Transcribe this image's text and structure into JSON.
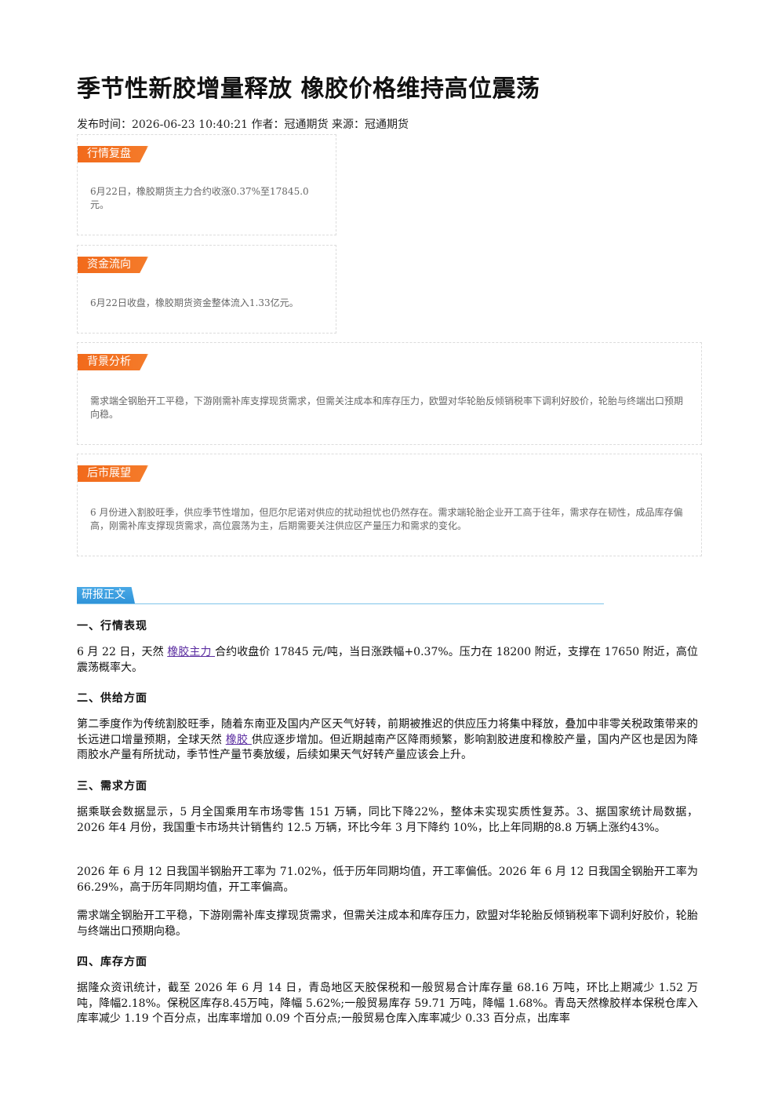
{
  "article": {
    "title": "季节性新胶增量释放 橡胶价格维持高位震荡",
    "meta": "发布时间：2026-06-23 10:40:21 作者：冠通期货 来源：冠通期货"
  },
  "cards": [
    {
      "tag": "行情复盘",
      "text": "6月22日，橡胶期货主力合约收涨0.37%至17845.0元。"
    },
    {
      "tag": "资金流向",
      "text": "6月22日收盘，橡胶期货资金整体流入1.33亿元。"
    },
    {
      "tag": "背景分析",
      "text": "需求端全钢胎开工平稳，下游刚需补库支撑现货需求，但需关注成本和库存压力，欧盟对华轮胎反倾销税率下调利好胶价，轮胎与终端出口预期向稳。"
    },
    {
      "tag": "后市展望",
      "text": "6 月份进入割胶旺季，供应季节性增加，但厄尔尼诺对供应的扰动担忧也仍然存在。需求端轮胎企业开工高于往年，需求存在韧性，成品库存偏高，刚需补库支撑现货需求，高位震荡为主，后期需要关注供应区产量压力和需求的变化。"
    }
  ],
  "report": {
    "section_label": "研报正文",
    "h1": "一、行情表现",
    "p1_a": "6 月 22 日，天然 ",
    "p1_link": "橡胶主力 ",
    "p1_b": "合约收盘价 17845 元/吨，当日涨跌幅+0.37%。压力在 18200 附近，支撑在 17650 附近，高位震荡概率大。",
    "h2": "二、供给方面",
    "p2_a": "第二季度作为传统割胶旺季，随着东南亚及国内产区天气好转，前期被推迟的供应压力将集中释放，叠加中非零关税政策带来的长远进口增量预期，全球天然 ",
    "p2_link": "橡胶 ",
    "p2_b": "供应逐步增加。但近期越南产区降雨频繁，影响割胶进度和橡胶产量，国内产区也是因为降雨胶水产量有所扰动，季节性产量节奏放缓，后续如果天气好转产量应该会上升。",
    "h3": "三、需求方面",
    "p3": "据乘联会数据显示，5 月全国乘用车市场零售 151 万辆，同比下降22%，整体未实现实质性复苏。3、据国家统计局数据，2026 年4 月份，我国重卡市场共计销售约 12.5 万辆，环比今年 3 月下降约 10%，比上年同期的8.8 万辆上涨约43%。",
    "p4": "2026 年 6 月 12 日我国半钢胎开工率为 71.02%，低于历年同期均值，开工率偏低。2026 年 6 月 12 日我国全钢胎开工率为 66.29%，高于历年同期均值，开工率偏高。",
    "p5": "需求端全钢胎开工平稳，下游刚需补库支撑现货需求，但需关注成本和库存压力，欧盟对华轮胎反倾销税率下调利好胶价，轮胎与终端出口预期向稳。",
    "h4": "四、库存方面",
    "p6": "据隆众资讯统计，截至 2026 年 6 月 14 日，青岛地区天胶保税和一般贸易合计库存量 68.16 万吨，环比上期减少 1.52 万吨，降幅2.18%。保税区库存8.45万吨，降幅 5.62%;一般贸易库存 59.71 万吨，降幅 1.68%。青岛天然橡胶样本保税仓库入库率减少 1.19 个百分点，出库率增加 0.09 个百分点;一般贸易仓库入库率减少 0.33 百分点，出库率"
  }
}
